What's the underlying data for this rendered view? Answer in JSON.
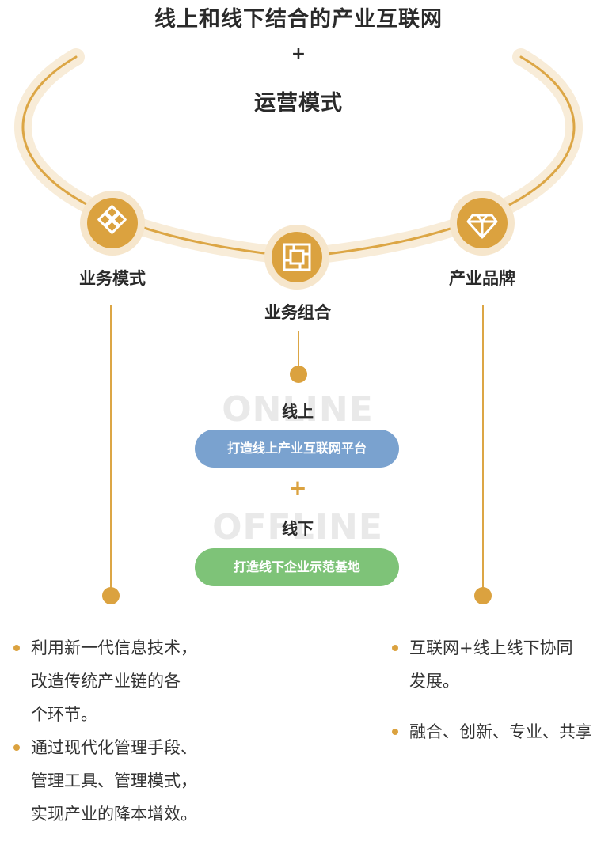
{
  "header": {
    "title": "线上和线下结合的产业互联网",
    "plus": "+",
    "subtitle": "运营模式"
  },
  "nodes": {
    "left": {
      "label": "业务模式",
      "icon": "diamond-cluster-icon"
    },
    "center": {
      "label": "业务组合",
      "icon": "combination-frame-icon"
    },
    "right": {
      "label": "产业品牌",
      "icon": "gem-icon"
    }
  },
  "center_flow": {
    "online_ghost": "ONLINE",
    "online_label": "线上",
    "online_pill": "打造线上产业互联网平台",
    "plus": "+",
    "offline_ghost": "OFFLINE",
    "offline_label": "线下",
    "offline_pill": "打造线下企业示范基地"
  },
  "left_bullets": [
    {
      "lines": [
        "利用新一代信息技术，",
        "改造传统产业链的各",
        "个环节。"
      ]
    },
    {
      "lines": [
        "通过现代化管理手段、",
        "管理工具、管理模式，",
        "实现产业的降本增效。"
      ]
    }
  ],
  "right_bullets": [
    {
      "lines": [
        "互联网+线上线下协同",
        "发展。"
      ]
    },
    {
      "lines": [
        "融合、创新、专业、共享"
      ]
    }
  ],
  "colors": {
    "accent": "#dba23f",
    "accent_light": "#f6e6cc",
    "online": "#7aa2cf",
    "offline": "#7ec378"
  }
}
